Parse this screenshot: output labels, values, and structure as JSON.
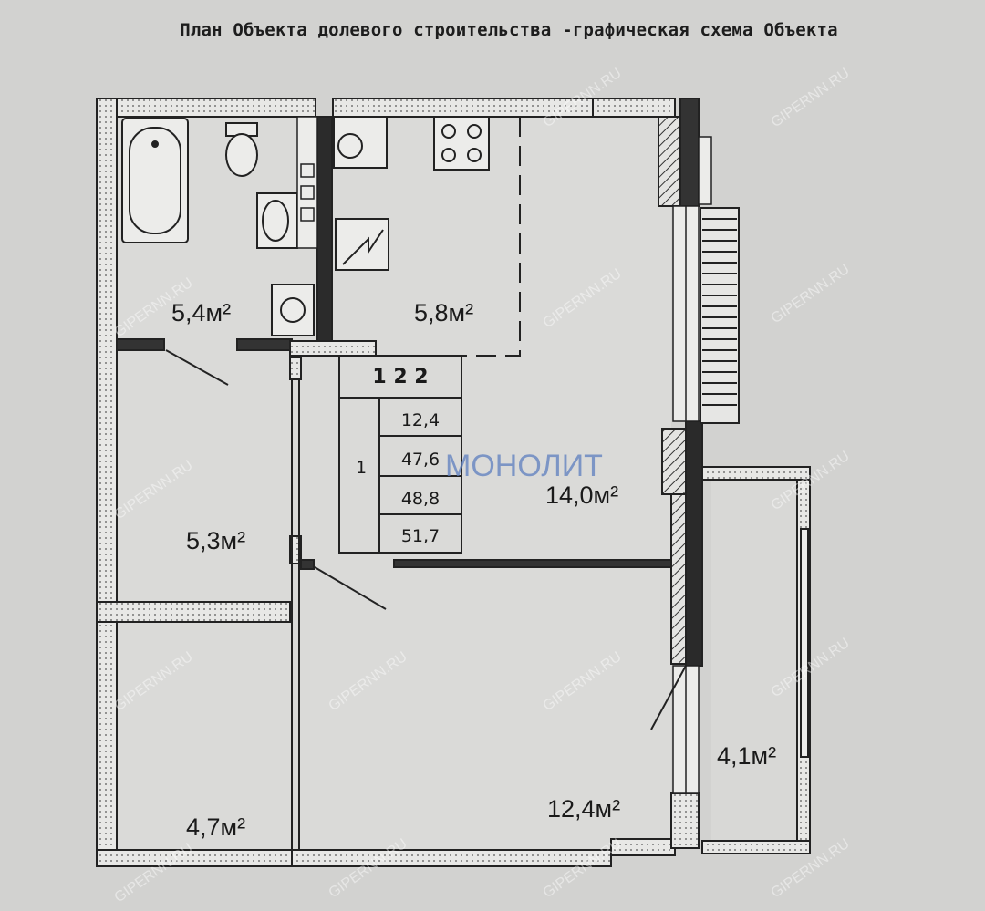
{
  "title": "План Объекта долевого строительства -графическая схема Объекта",
  "rooms": [
    {
      "id": "bathroom",
      "area": "5,4м²"
    },
    {
      "id": "kitchen",
      "area": "5,8м²"
    },
    {
      "id": "living-room",
      "area": "14,0м²"
    },
    {
      "id": "hallway",
      "area": "5,3м²"
    },
    {
      "id": "storage",
      "area": "4,7м²"
    },
    {
      "id": "bedroom",
      "area": "12,4м²"
    },
    {
      "id": "balcony",
      "area": "4,1м²"
    }
  ],
  "apartment_table": {
    "number": "1 2 2",
    "rooms_count": "1",
    "values": [
      "12,4",
      "47,6",
      "48,8",
      "51,7"
    ]
  },
  "watermark": "GIPERNN.RU",
  "logo": "МОНОЛИТ"
}
